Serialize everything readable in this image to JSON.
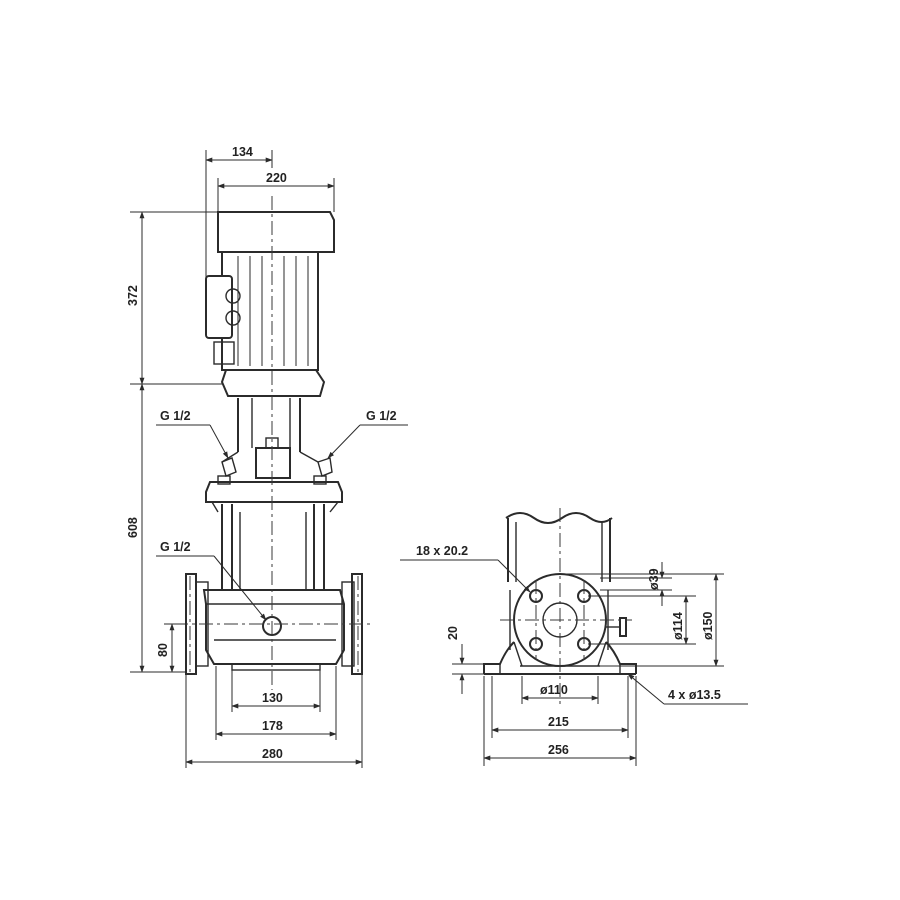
{
  "front_view": {
    "dimensions": {
      "motor_offset": "134",
      "motor_width": "220",
      "motor_height": "372",
      "pump_height": "608",
      "inlet_height": "80",
      "base_inner": "130",
      "base_mid": "178",
      "base_overall": "280"
    },
    "ports": {
      "left_upper": "G 1/2",
      "right_upper": "G 1/2",
      "drain": "G 1/2"
    }
  },
  "side_view": {
    "dimensions": {
      "flange_bolts": "18 x 20.2",
      "bore": "ø39",
      "bolt_circle_inner": "ø114",
      "flange_outer": "ø150",
      "foot_height": "20",
      "pipe_dia": "ø110",
      "foot_inner": "215",
      "foot_overall": "256",
      "mount_holes": "4 x ø13.5"
    }
  }
}
